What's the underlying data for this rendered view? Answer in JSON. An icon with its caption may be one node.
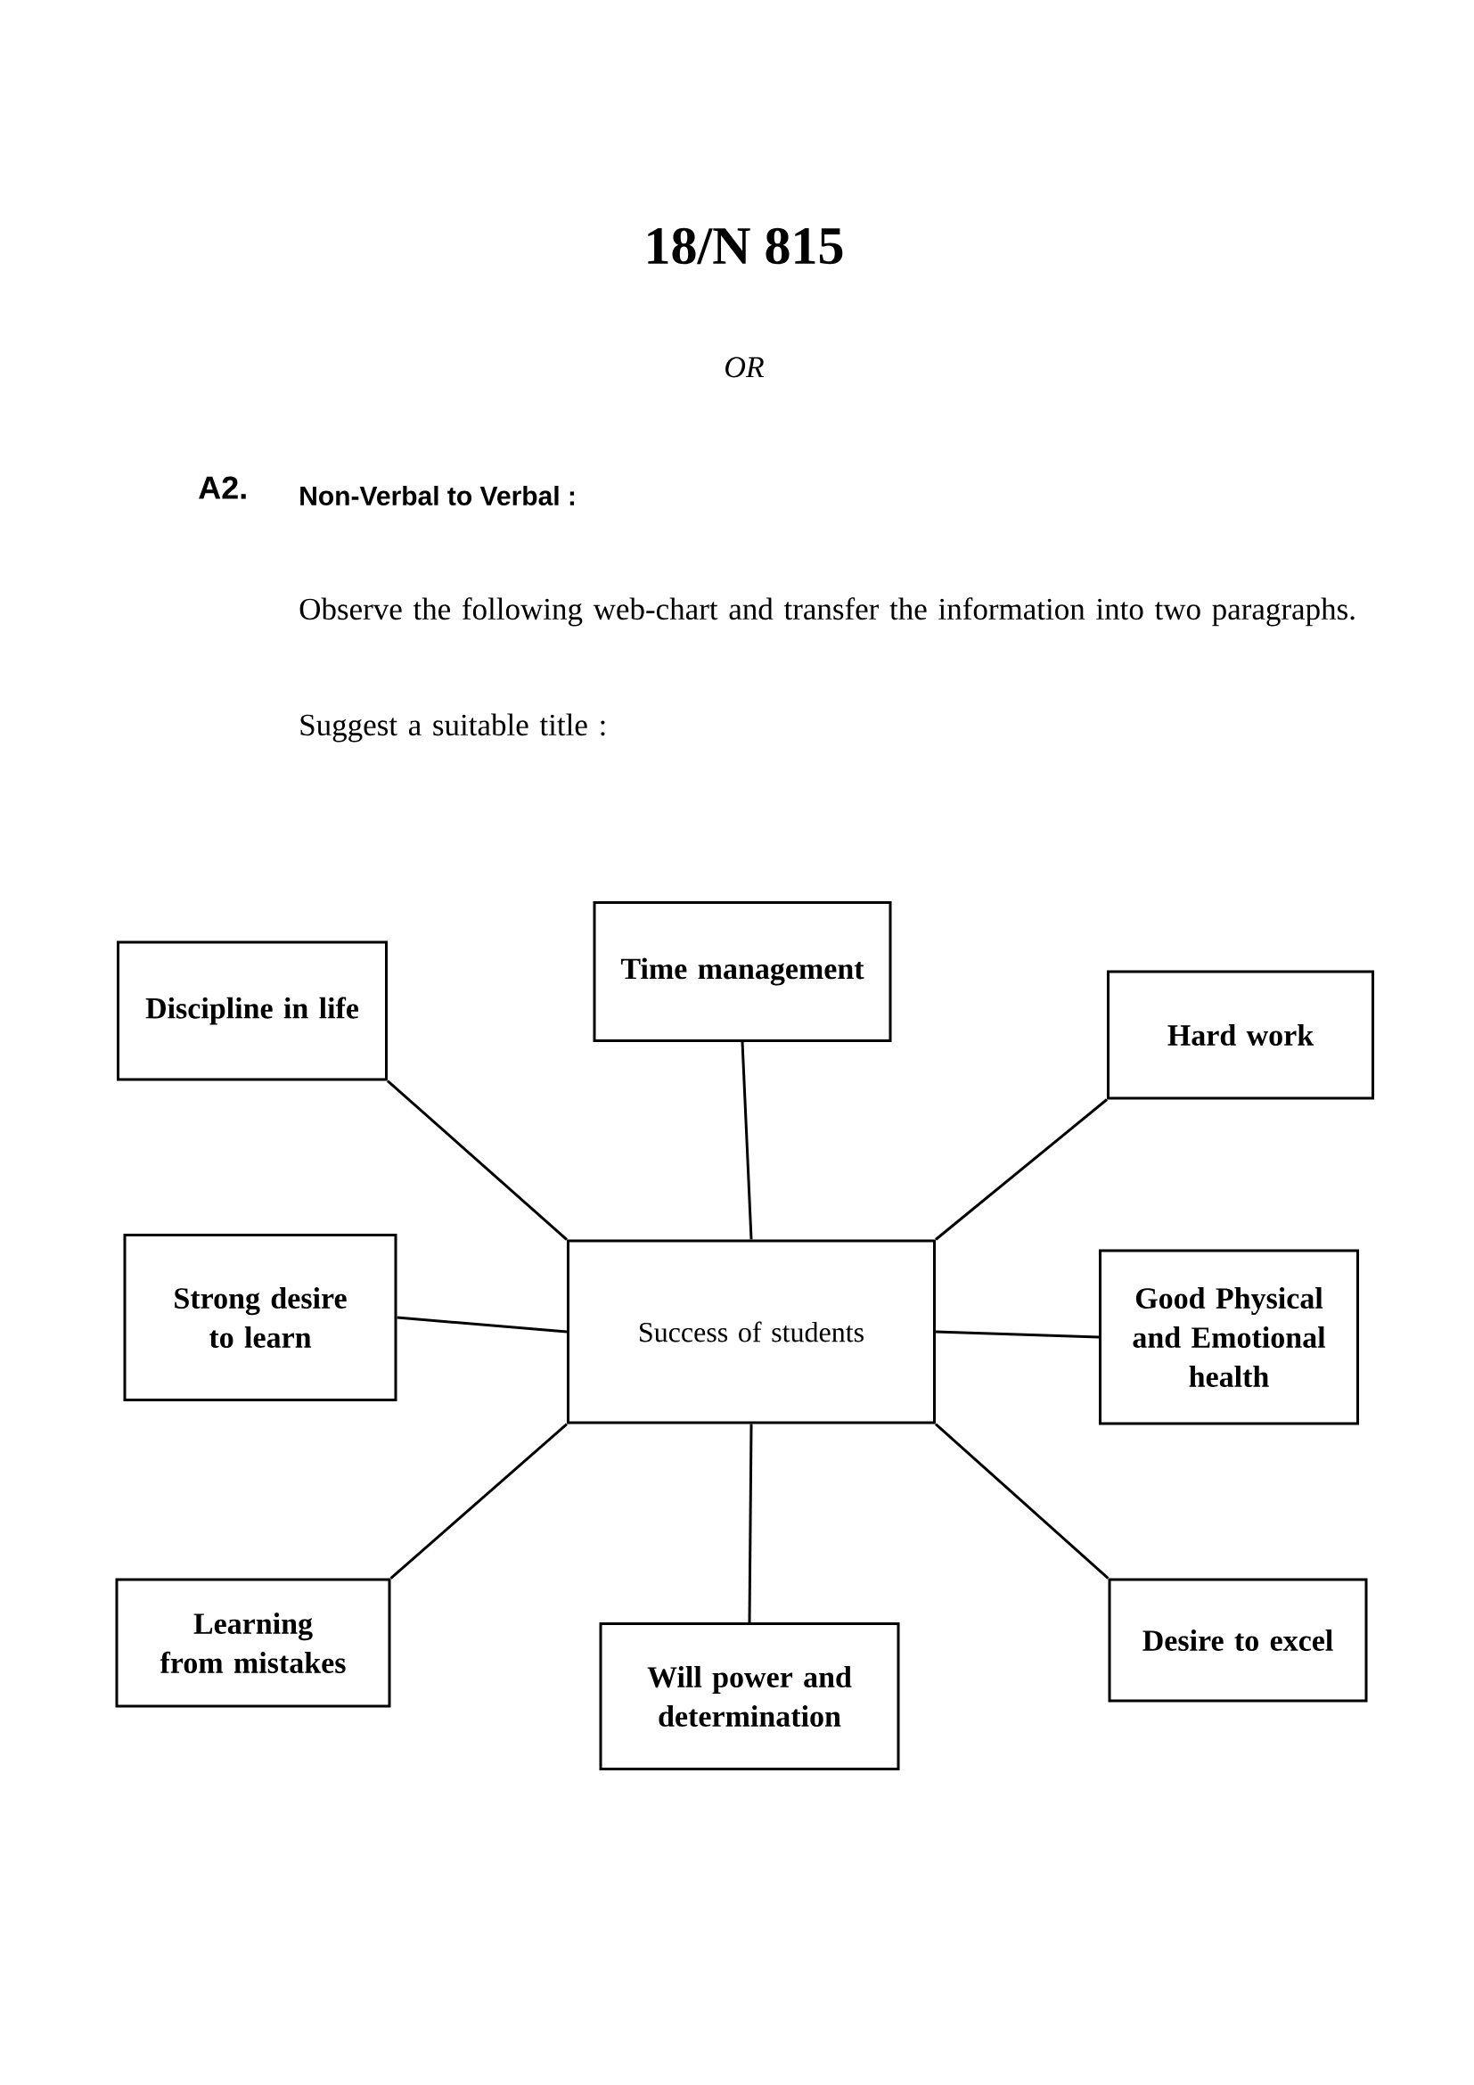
{
  "diagram": {
    "nodes": [
      {
        "text": [
          "Discipline in life"
        ]
      },
      {
        "text": [
          "Time management"
        ]
      },
      {
        "text": [
          "Hard work"
        ]
      },
      {
        "text": [
          "Strong desire to learn"
        ]
      },
      {
        "text": [
          "Success of students"
        ]
      },
      {
        "text": [
          "Good Physical and Emotional health"
        ]
      },
      {
        "text": [
          "Learning from mistakes"
        ]
      },
      {
        "text": [
          "Will power and determination"
        ]
      },
      {
        "text": [
          "Desire to excel"
        ]
      }
    ],
    "edges": [
      {
        "from": 4,
        "to": 0,
        "arrow": "none"
      },
      {
        "from": 4,
        "to": 1,
        "arrow": "none"
      },
      {
        "from": 4,
        "to": 2,
        "arrow": "none"
      },
      {
        "from": 4,
        "to": 3,
        "arrow": "none"
      },
      {
        "from": 4,
        "to": 5,
        "arrow": "none"
      },
      {
        "from": 4,
        "to": 6,
        "arrow": "none"
      },
      {
        "from": 4,
        "to": 7,
        "arrow": "none"
      },
      {
        "from": 4,
        "to": 8,
        "arrow": "none"
      }
    ],
    "labels": [
      "18/N 815",
      "OR",
      "A2.",
      "Non-Verbal to Verbal :",
      "Observe the following web-chart and transfer the information into two paragraphs. Suggest a suitable title :"
    ]
  }
}
